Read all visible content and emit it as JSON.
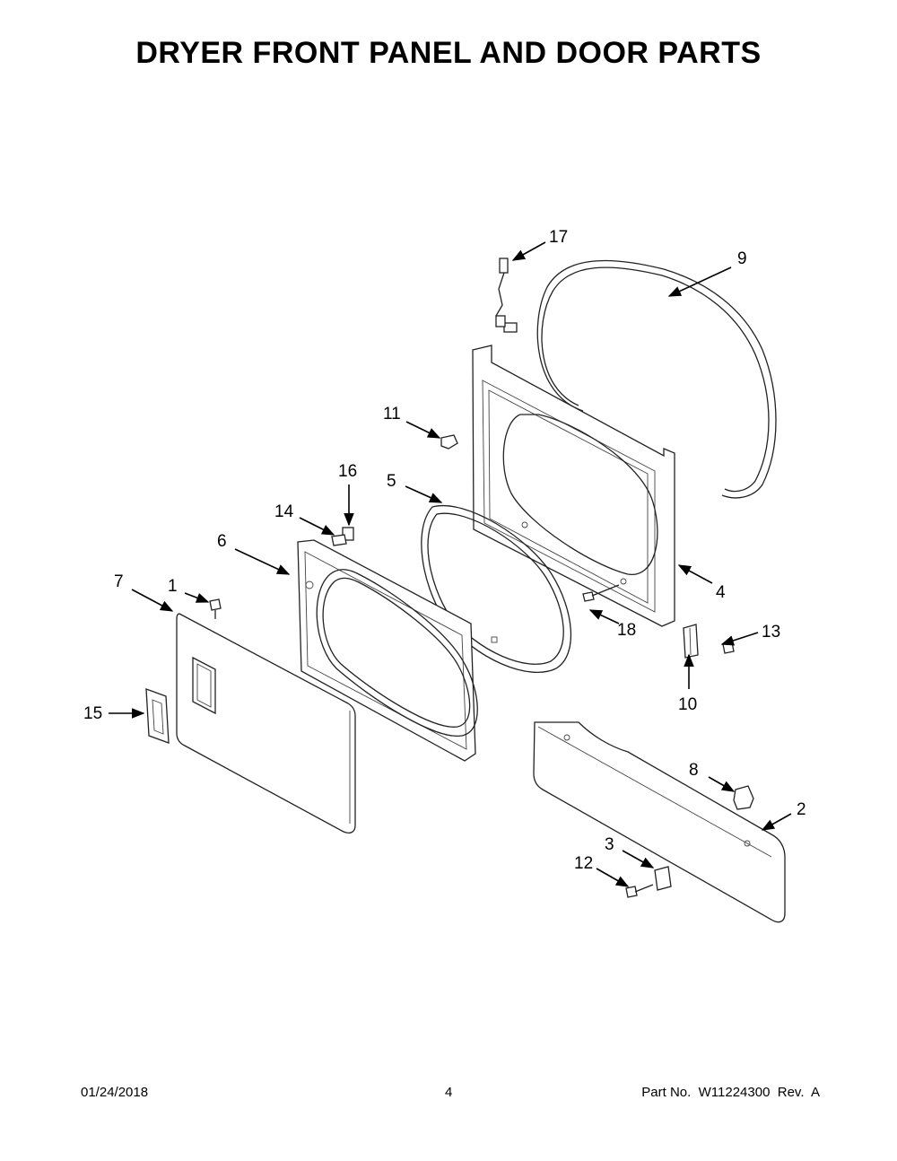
{
  "title": "DRYER FRONT PANEL AND DOOR PARTS",
  "footer": {
    "date": "01/24/2018",
    "page": "4",
    "part_number": "Part No.  W11224300  Rev.  A"
  },
  "callouts": {
    "c1": "1",
    "c2": "2",
    "c3": "3",
    "c4": "4",
    "c5": "5",
    "c6": "6",
    "c7": "7",
    "c8": "8",
    "c9": "9",
    "c10": "10",
    "c11": "11",
    "c12": "12",
    "c13": "13",
    "c14": "14",
    "c15": "15",
    "c16": "16",
    "c17": "17",
    "c18": "18"
  }
}
